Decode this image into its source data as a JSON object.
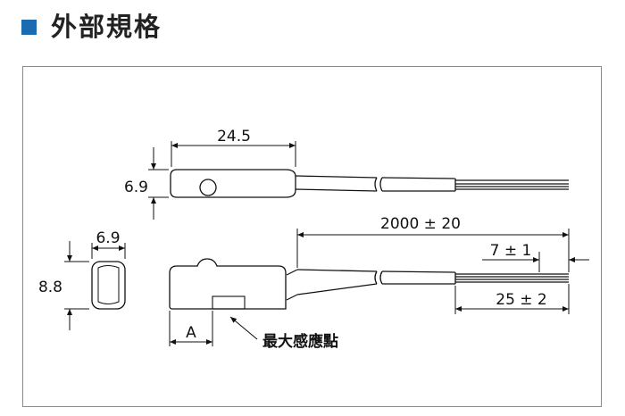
{
  "header": {
    "title": "外部規格"
  },
  "dimensions": {
    "top_length": "24.5",
    "top_height": "6.9",
    "end_width": "6.9",
    "end_height": "8.8",
    "cable_length": "2000 ± 20",
    "strip_short": "7 ± 1",
    "strip_long": "25 ± 2",
    "sensing_offset": "A"
  },
  "labels": {
    "sensing_point": "最大感應點"
  },
  "colors": {
    "accent": "#1a6bb0",
    "line": "#111111",
    "frame": "#8a8a8a"
  }
}
